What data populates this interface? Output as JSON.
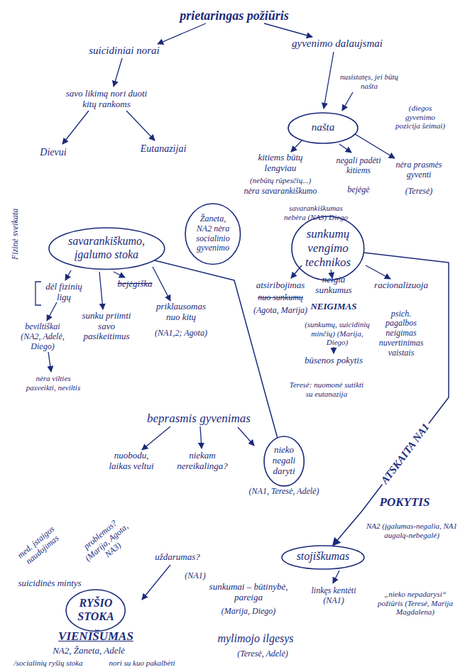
{
  "diagram": {
    "nodes": [
      {
        "text": [
          "našta"
        ]
      },
      {
        "text": [
          "savarankiškumo, įgalumo stoka"
        ]
      },
      {
        "text": [
          "Žaneta, NA2 nėra socialinio gyvenimo"
        ]
      },
      {
        "text": [
          "sunkumų vengimo technikos"
        ]
      },
      {
        "text": [
          "nieko negali daryti"
        ]
      },
      {
        "text": [
          "stojiškumas"
        ]
      },
      {
        "text": [
          "RYŠIO STOKA"
        ]
      }
    ],
    "edges": [
      {
        "from": 1,
        "to": 4,
        "arrow": "none"
      },
      {
        "from": 3,
        "to": 5,
        "label": "ATSKAITA NA1",
        "arrow": "to"
      }
    ],
    "labels": [
      "prietaringas požiūris",
      "suicidiniai norai",
      "gyvenimo dalaujsmai",
      "savo likimą nori duoti kitų rankoms",
      "Dievui",
      "Eutanazijai",
      "nusistatęs, jei būtų našta",
      "kitiems būtų lengviau",
      "(nebūtų rūpesčių...)",
      "nėra savarankiškumo",
      "negali padėti kitiems",
      "bejėgė",
      "(diegos gyvenimo pozicija šeimai)",
      "nėra prasmės gyventi",
      "(Teresė)",
      "Fizinė sveikata",
      "savarankiškumas nebėra (NA3) Diego",
      "atsiribojimas",
      "nuo sunkumų",
      "(Agota, Marija)",
      "neigia sunkumus",
      "NEIGIMAS",
      "(sunkumų, suicidinių minčių) (Marija, Diego)",
      "būsenos pokytis",
      "Teresė: nuomonė sutikti su eutanazija",
      "racionalizuoja",
      "psich. pagalbos neigimas nuvertinimas vaistais",
      "dėl fizinių ligų",
      "bejėgiška",
      "sunku priimti savo pasikeitimus",
      "priklausomas nuo kitų",
      "(NA1,2; Agota)",
      "beviltiškai (NA2, Adelė, Diego)",
      "nėra vilties pasveikti, neviltis",
      "beprasmis gyvenimas",
      "nuobodu, laikas veltui",
      "niekam nereikalinga?",
      "(NA1, Teresė, Adelė)",
      "POKYTIS",
      "NA2 (įgalumas-negalia, NA1 augalą-nebegalė)",
      "med. įstaigos naudojimas",
      "problemos? (Marija, Agota, NA3)",
      "uždarumas?",
      "suicidinės mintys",
      "(NA1)",
      "sunkumai – būtinybė, pareiga",
      "(Marija, Diego)",
      "linkęs kentėti (NA1)",
      "„nieko nepadarysi“ požiūris (Teresė, Marija Magdalena)",
      "VIENIŠUMAS",
      "NA2, Žaneta, Adelė",
      "/socialinių ryšių stoka",
      "nori su kuo pakalbėti",
      "mylimojo ilgesys",
      "(Teresė, Adelė)"
    ]
  }
}
